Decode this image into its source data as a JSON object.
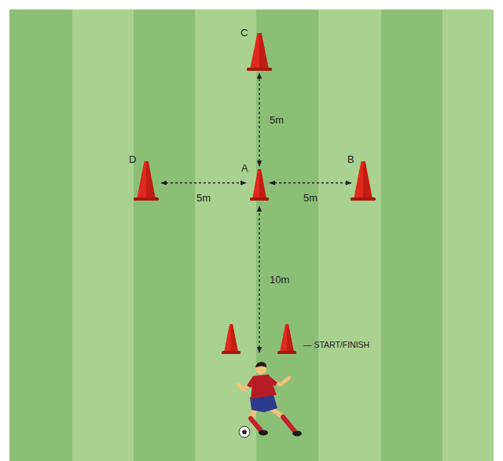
{
  "diagram": {
    "nodes": [
      {
        "text": [
          "C"
        ]
      },
      {
        "text": [
          "D"
        ]
      },
      {
        "text": [
          "A"
        ]
      },
      {
        "text": [
          "B"
        ]
      },
      {
        "text": [
          "— START/FINISH"
        ]
      }
    ],
    "edges": [
      {
        "from": 2,
        "to": 0,
        "label": "5m",
        "arrow": "both"
      },
      {
        "from": 1,
        "to": 2,
        "label": "5m",
        "arrow": "both"
      },
      {
        "from": 2,
        "to": 3,
        "label": "5m",
        "arrow": "both"
      },
      {
        "from": 4,
        "to": 2,
        "label": "10m",
        "arrow": "both"
      }
    ]
  }
}
